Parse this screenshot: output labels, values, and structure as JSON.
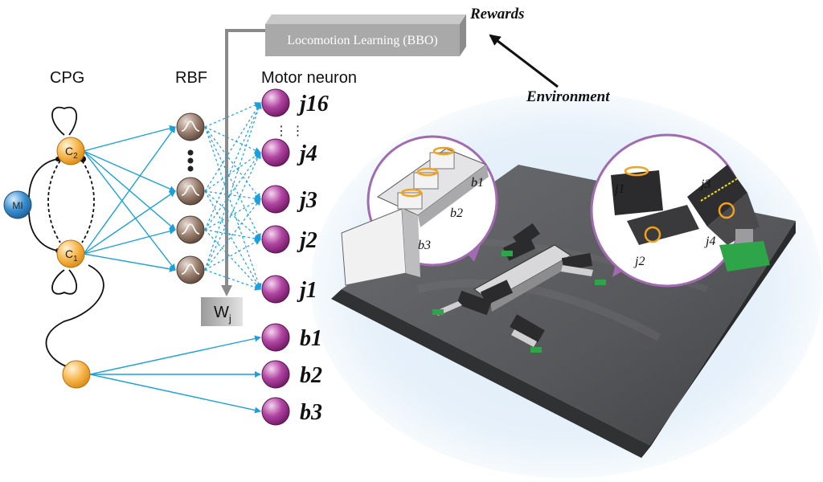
{
  "labels": {
    "cpg": "CPG",
    "rbf": "RBF",
    "motor_neuron": "Motor neuron",
    "mi": "MI",
    "c2": "C",
    "c2_sub": "2",
    "c1": "C",
    "c1_sub": "1",
    "wj": "W",
    "wj_sub": "j",
    "bbo": "Locomotion Learning (BBO)",
    "rewards": "Rewards",
    "environment": "Environment",
    "dots": "⋮   ⋮"
  },
  "motor_neurons": [
    "j16",
    "j4",
    "j3",
    "j2",
    "j1",
    "b1",
    "b2",
    "b3"
  ],
  "inset_left_labels": [
    "b1",
    "b2",
    "b3"
  ],
  "inset_right_labels": [
    "j1",
    "j2",
    "j3",
    "j4"
  ],
  "colors": {
    "orange_node": "#f7b64c",
    "blue_node": "#3b8fd0",
    "purple_node": "#9b2c8c",
    "rbf_node": "#8a6f5e",
    "connection": "#1aa0dc",
    "ellipse": "#e7f1fa",
    "floor": "#5e5f61"
  }
}
